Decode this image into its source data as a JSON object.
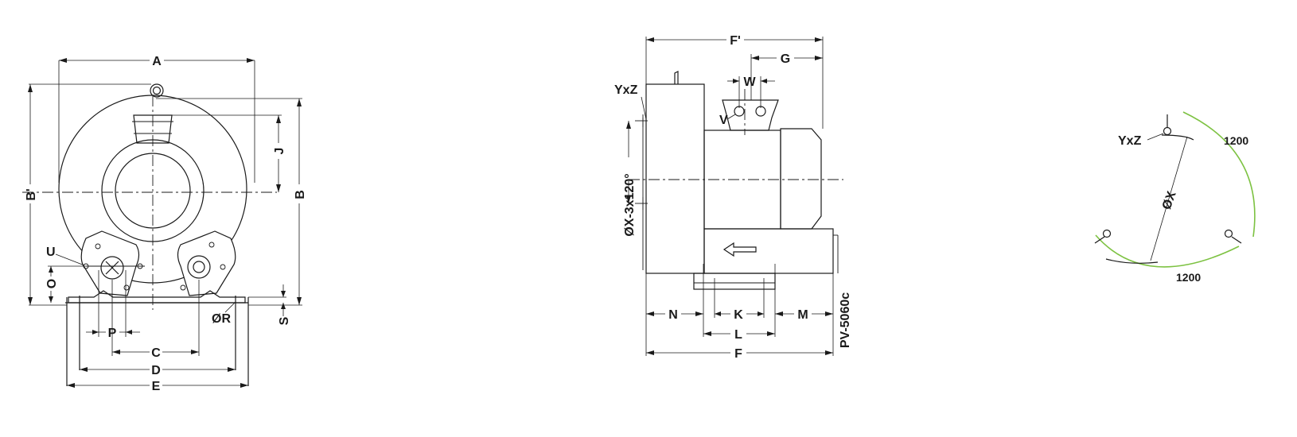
{
  "colors": {
    "line": "#1a1a1a",
    "arc_accent": "#7dc242",
    "background": "#ffffff"
  },
  "front_view": {
    "labels": {
      "A": "A",
      "B": "B",
      "B_prime": "B'",
      "J": "J",
      "U": "U",
      "O": "O",
      "P": "P",
      "C": "C",
      "D": "D",
      "E": "E",
      "R": "ØR",
      "S": "S"
    }
  },
  "side_view": {
    "labels": {
      "F_prime": "F'",
      "G": "G",
      "W": "W",
      "V": "V",
      "YxZ": "YxZ",
      "X_bolt": "ØX-3x120°",
      "N": "N",
      "K": "K",
      "M": "M",
      "L": "L",
      "F": "F"
    },
    "model": "PV-5060c"
  },
  "flange_view": {
    "labels": {
      "YxZ": "YxZ",
      "X": "ØX",
      "arc_top": "1200",
      "arc_bottom": "1200"
    }
  }
}
